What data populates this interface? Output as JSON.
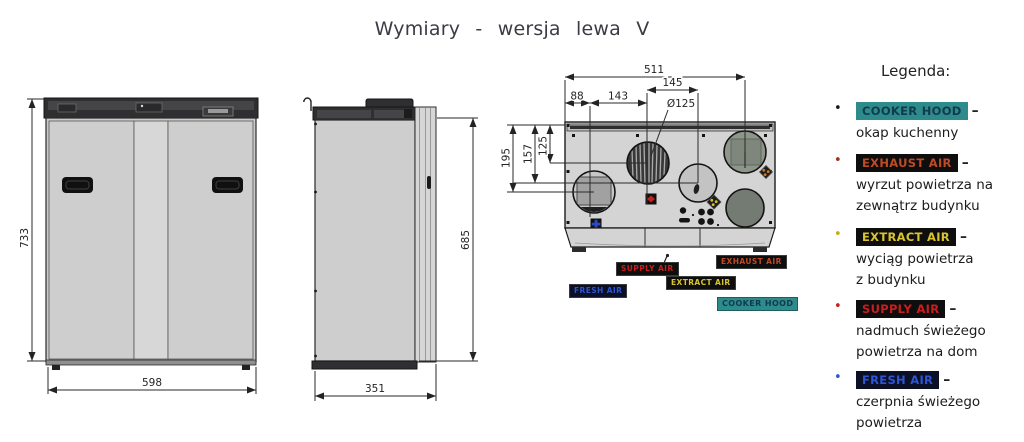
{
  "title": "Wymiary - wersja lewa V",
  "colors": {
    "teal": "#2e8b8b",
    "teal_text": "#123a4e",
    "red": "#c81e1e",
    "orange_red": "#bf4a26",
    "yellow": "#d9c42f",
    "blue": "#2d55d4",
    "chip_black": "#0e0e0e",
    "navy": "#0b1026"
  },
  "dimensions": {
    "front": {
      "height": "733",
      "width": "598"
    },
    "side": {
      "height": "685",
      "width": "351"
    },
    "top": {
      "total_width": "511",
      "spigot_spacing": "145",
      "offset_left": "88",
      "offset_mid": "143",
      "duct_diameter": "Ø125",
      "depth_outer": "195",
      "depth_mid": "157",
      "depth_inner": "125"
    }
  },
  "duct_labels": {
    "supply": "SUPPLY AIR",
    "exhaust": "EXHAUST AIR",
    "extract": "EXTRACT AIR",
    "fresh": "FRESH AIR",
    "cooker": "COOKER HOOD"
  },
  "legend": {
    "heading": "Legenda:",
    "items": [
      {
        "term": "COOKER HOOD",
        "dash": "–",
        "description": "okap kuchenny",
        "chip_bg": "#2e8b8b",
        "chip_fg": "#123a4e",
        "bullet": "#1a1a1a"
      },
      {
        "term": "EXHAUST AIR",
        "dash": "–",
        "description": "wyrzut powietrza na\nzewnątrz budynku",
        "chip_bg": "#0e0e0e",
        "chip_fg": "#bf4a26",
        "bullet": "#a03018"
      },
      {
        "term": "EXTRACT AIR",
        "dash": "–",
        "description": "wyciąg powietrza\nz budynku",
        "chip_bg": "#0e0e0e",
        "chip_fg": "#d9c42f",
        "bullet": "#c4ac14"
      },
      {
        "term": "SUPPLY AIR",
        "dash": "–",
        "description": "nadmuch świeżego\npowietrza na dom",
        "chip_bg": "#0e0e0e",
        "chip_fg": "#c81e1e",
        "bullet": "#c81e1e"
      },
      {
        "term": "FRESH AIR",
        "dash": "–",
        "description": "czerpnia świeżego\npowietrza",
        "chip_bg": "#0b1026",
        "chip_fg": "#2d55d4",
        "bullet": "#2d55d4"
      }
    ]
  }
}
